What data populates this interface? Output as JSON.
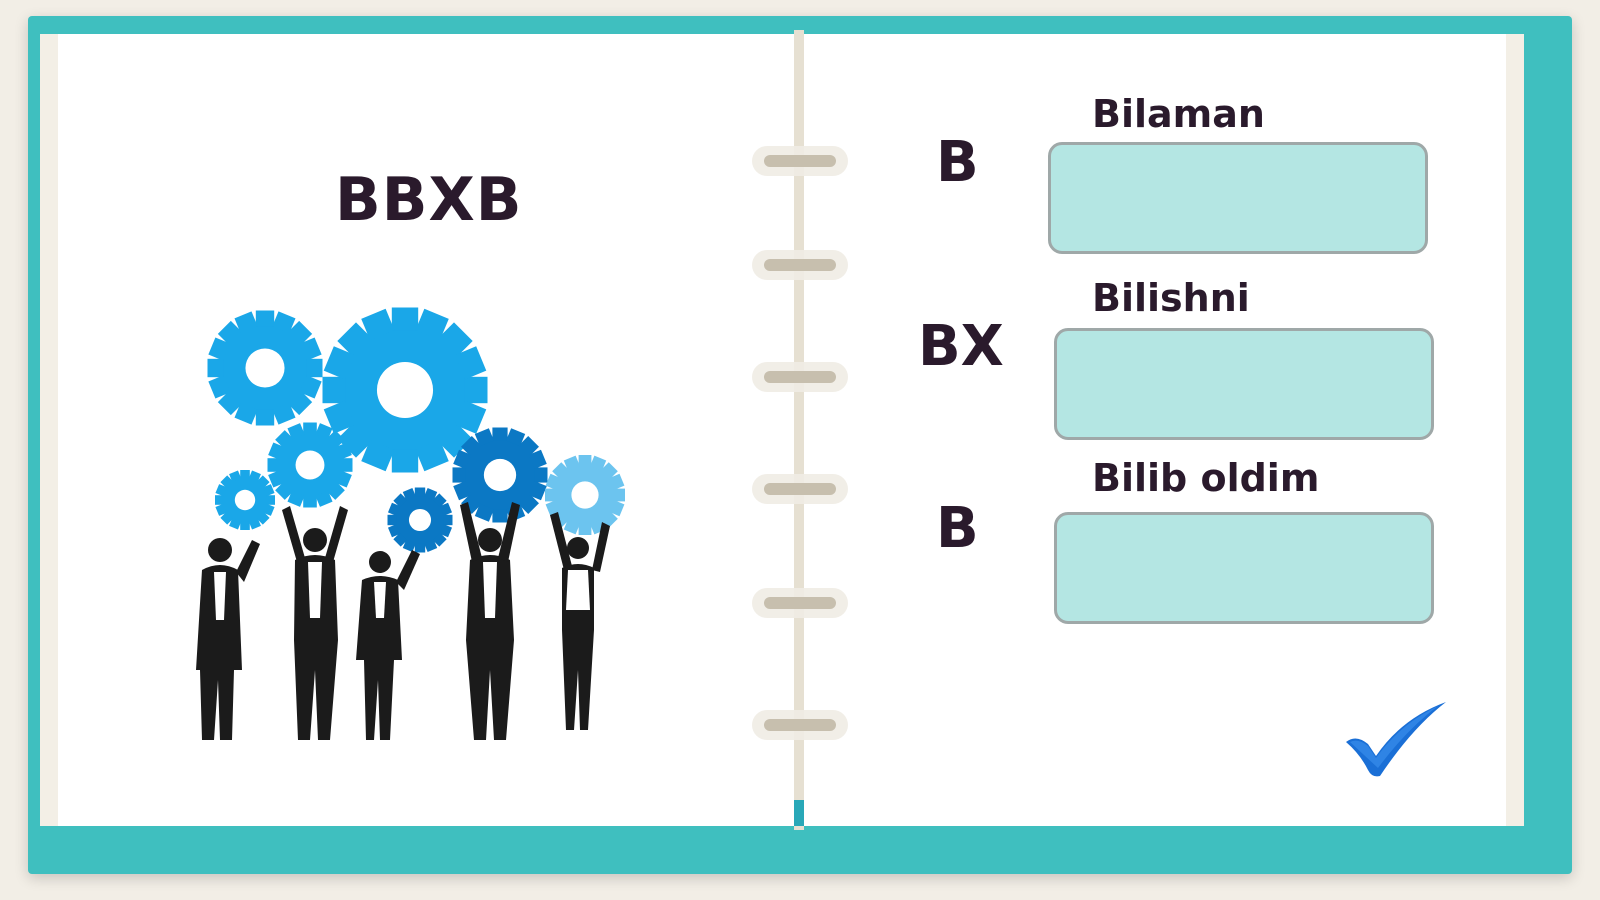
{
  "left_page": {
    "title": "BBXB"
  },
  "right_page": {
    "rows": [
      {
        "letter": "B",
        "heading": "Bilaman",
        "box_value": ""
      },
      {
        "letter": "BX",
        "heading": "Bilishni",
        "box_value": ""
      },
      {
        "letter": "B",
        "heading": "Bilib oldim",
        "box_value": ""
      }
    ]
  },
  "icons": {
    "illustration": "people-holding-gears-icon",
    "checkmark": "checkmark-icon"
  },
  "colors": {
    "frame": "#3fbfbf",
    "box_fill": "#b4e6e3",
    "text": "#2a1a2c",
    "gear_light": "#1aa7e8",
    "gear_dark": "#0b78c4"
  }
}
